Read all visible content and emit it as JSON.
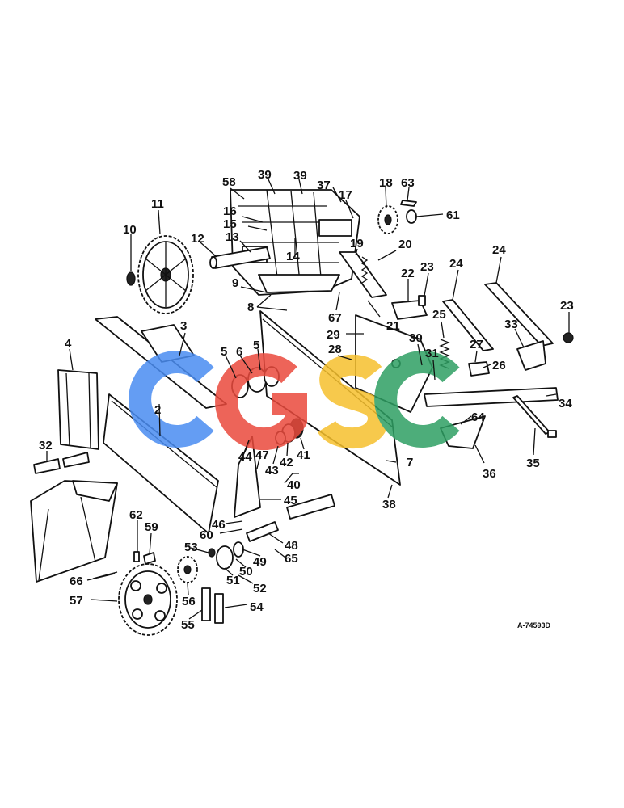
{
  "diagram": {
    "reference_code": "A-74593D",
    "watermark": {
      "letters": [
        "C",
        "G",
        "S",
        "C"
      ],
      "colors": [
        "#4a8df2",
        "#ea4a3d",
        "#f6c02d",
        "#2e9f63"
      ]
    },
    "callouts": [
      "2",
      "3",
      "4",
      "5",
      "5",
      "6",
      "7",
      "8",
      "9",
      "10",
      "11",
      "12",
      "13",
      "14",
      "15",
      "16",
      "17",
      "18",
      "19",
      "20",
      "21",
      "22",
      "23",
      "23",
      "24",
      "24",
      "25",
      "26",
      "27",
      "28",
      "29",
      "30",
      "31",
      "32",
      "33",
      "34",
      "35",
      "36",
      "37",
      "38",
      "39",
      "39",
      "40",
      "41",
      "42",
      "43",
      "44",
      "45",
      "46",
      "47",
      "48",
      "49",
      "50",
      "51",
      "52",
      "53",
      "54",
      "55",
      "56",
      "57",
      "58",
      "59",
      "60",
      "61",
      "62",
      "63",
      "64",
      "65",
      "66",
      "67"
    ]
  }
}
